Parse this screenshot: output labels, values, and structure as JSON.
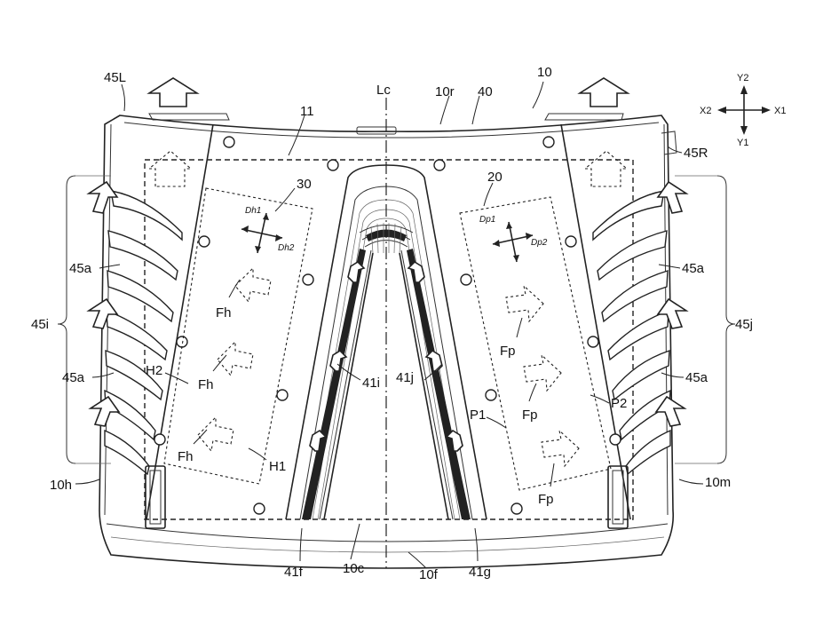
{
  "figure": {
    "labels": {
      "n10": "10",
      "n10r": "10r",
      "n40": "40",
      "n11": "11",
      "lc": "Lc",
      "n45L": "45L",
      "n45R": "45R",
      "n30": "30",
      "n20": "20",
      "n45a_1": "45a",
      "n45a_2": "45a",
      "n45a_3": "45a",
      "n45a_4": "45a",
      "n45i": "45i",
      "n45j": "45j",
      "n41i": "41i",
      "n41j": "41j",
      "h1": "H1",
      "h2": "H2",
      "p1": "P1",
      "p2": "P2",
      "fh_1": "Fh",
      "fh_2": "Fh",
      "fh_3": "Fh",
      "fp_1": "Fp",
      "fp_2": "Fp",
      "fp_3": "Fp",
      "dh1": "Dh1",
      "dh2": "Dh2",
      "dp1": "Dp1",
      "dp2": "Dp2",
      "n10h": "10h",
      "n10m": "10m",
      "n41f": "41f",
      "n10c": "10c",
      "n10f": "10f",
      "n41g": "41g"
    },
    "axes": {
      "y2": "Y2",
      "y1": "Y1",
      "x1": "X1",
      "x2": "X2"
    }
  }
}
